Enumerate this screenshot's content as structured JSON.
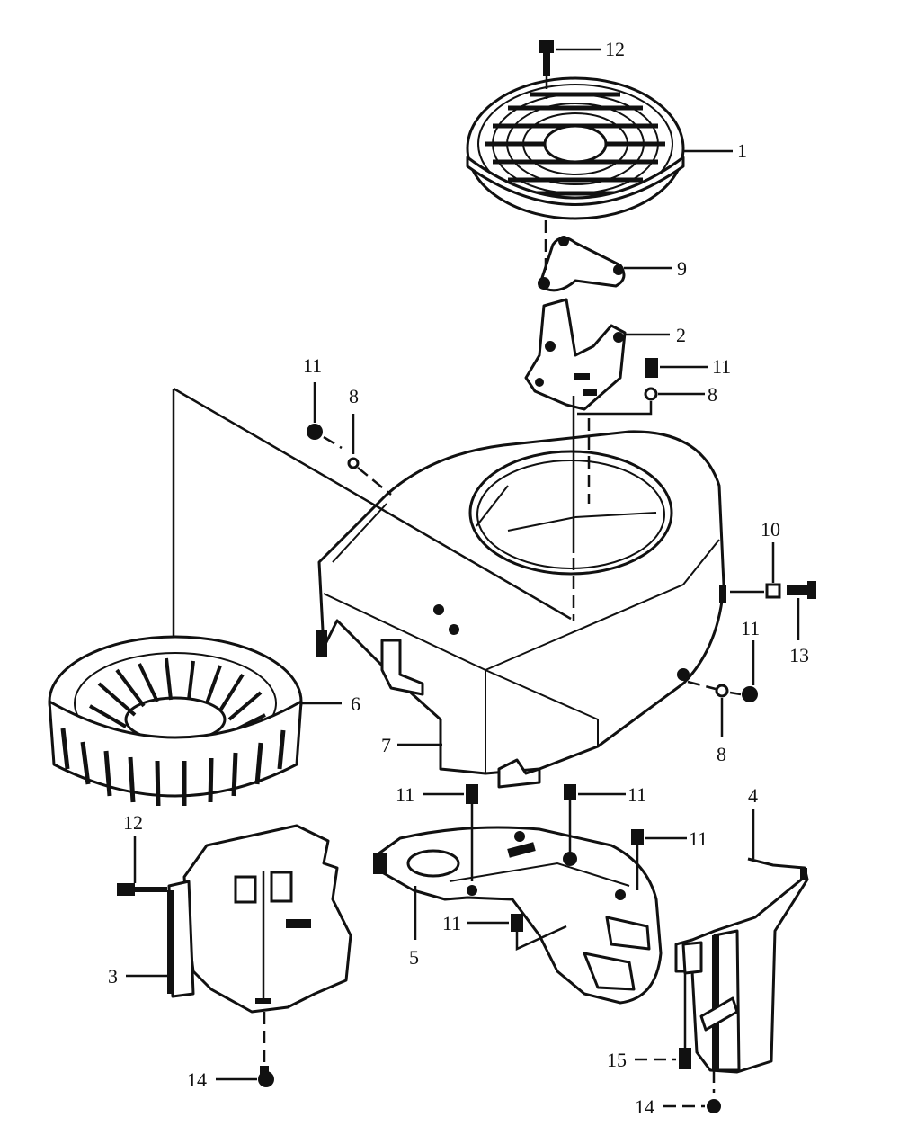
{
  "callouts": [
    {
      "id": "c-12-top",
      "text": "12"
    },
    {
      "id": "c-1",
      "text": "1"
    },
    {
      "id": "c-9",
      "text": "9"
    },
    {
      "id": "c-2",
      "text": "2"
    },
    {
      "id": "c-11-right-top",
      "text": "11"
    },
    {
      "id": "c-8-right-top",
      "text": "8"
    },
    {
      "id": "c-11-left-top",
      "text": "11"
    },
    {
      "id": "c-8-left-top",
      "text": "8"
    },
    {
      "id": "c-10",
      "text": "10"
    },
    {
      "id": "c-13",
      "text": "13"
    },
    {
      "id": "c-11-right-mid",
      "text": "11"
    },
    {
      "id": "c-8-right-mid",
      "text": "8"
    },
    {
      "id": "c-6",
      "text": "6"
    },
    {
      "id": "c-7",
      "text": "7"
    },
    {
      "id": "c-11-bottom-left",
      "text": "11"
    },
    {
      "id": "c-11-bottom-mid",
      "text": "11"
    },
    {
      "id": "c-11-bottom-right",
      "text": "11"
    },
    {
      "id": "c-4",
      "text": "4"
    },
    {
      "id": "c-12-left",
      "text": "12"
    },
    {
      "id": "c-5",
      "text": "5"
    },
    {
      "id": "c-11-lower",
      "text": "11"
    },
    {
      "id": "c-3",
      "text": "3"
    },
    {
      "id": "c-15",
      "text": "15"
    },
    {
      "id": "c-14-left",
      "text": "14"
    },
    {
      "id": "c-14-right",
      "text": "14"
    }
  ]
}
